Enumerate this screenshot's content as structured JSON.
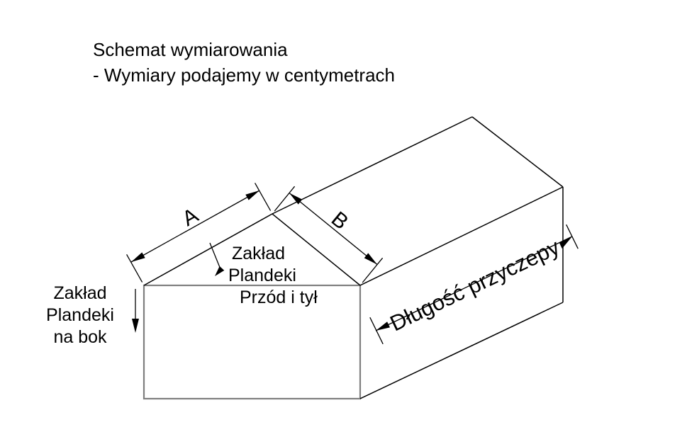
{
  "title": {
    "line1": "Schemat wymiarowania",
    "line2": "- Wymiary podajemy w centymetrach"
  },
  "diagram": {
    "dimension_a_label": "A",
    "dimension_b_label": "B",
    "trailer_length_label": "Długość przyczepy",
    "front_back_overlap": {
      "lines": [
        "Zakład",
        "Plandeki",
        "Przód i tył"
      ]
    },
    "side_overlap": {
      "lines": [
        "Zakład",
        "Plandeki",
        "na bok"
      ]
    },
    "colors": {
      "line": "#000000",
      "box_stroke": "#7f7f7f",
      "background": "#ffffff"
    }
  }
}
